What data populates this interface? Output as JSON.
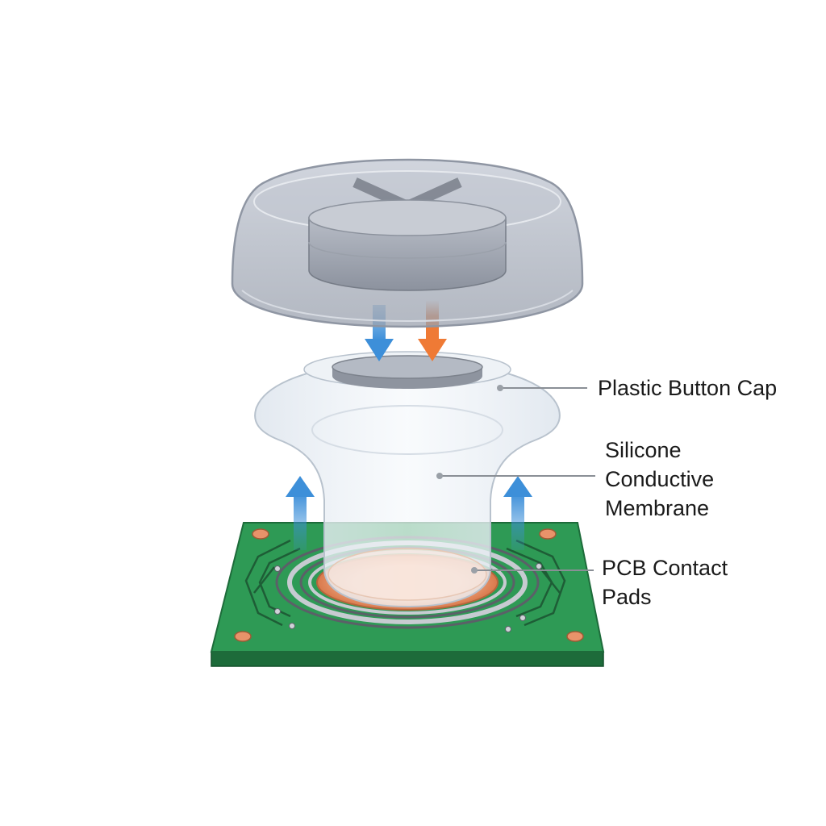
{
  "labels": {
    "cap": "Plastic Button Cap",
    "membrane": [
      "Silicone",
      "Conductive",
      "Membrane"
    ],
    "pcb": [
      "PCB Contact",
      "Pads"
    ]
  },
  "colors": {
    "pcb_green": "#2e9a55",
    "pcb_edge": "#1d6b3a",
    "copper": "#e8936a",
    "press_arrow_blue": "#3d8fd9",
    "press_arrow_orange": "#ef7a35",
    "cap_gray": "#a9b0bd",
    "leader_line": "#8a8f96"
  },
  "icons": {
    "down_arrow_left": "blue-down-arrow-icon",
    "down_arrow_right": "orange-down-arrow-icon",
    "up_arrows": "blue-up-arrow-icon",
    "cap_marking": "x-mark-icon"
  }
}
